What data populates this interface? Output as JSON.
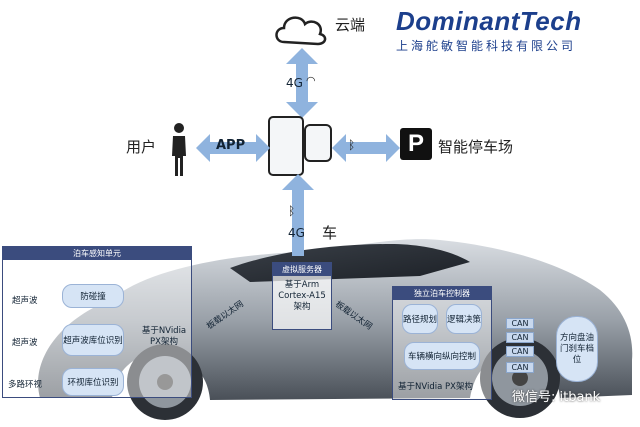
{
  "brand": {
    "name": "DominantTech",
    "subtitle": "上海舵敏智能科技有限公司"
  },
  "cloud": {
    "label": "云端"
  },
  "user": {
    "label": "用户"
  },
  "app": {
    "label": "APP"
  },
  "parking": {
    "label": "智能停车场",
    "icon_text": "P"
  },
  "link_top": {
    "label": "4G"
  },
  "link_bottom": {
    "label": "4G",
    "car_label": "车"
  },
  "perception": {
    "title": "泊车感知单元",
    "rows": [
      {
        "sensor": "超声波",
        "function": "防碰撞"
      },
      {
        "sensor": "超声波",
        "function": "超声波库位识别"
      },
      {
        "sensor": "多路环视",
        "function": "环视库位识别"
      }
    ],
    "processor": "基于NVidia PX架构"
  },
  "server": {
    "title": "虚拟服务器",
    "body": "基于Arm Cortex-A15架构"
  },
  "ethernet": {
    "left": "板载以太网",
    "right": "板载以太网"
  },
  "controller": {
    "title": "独立泊车控制器",
    "items": [
      "路径规划",
      "逻辑决策",
      "车辆横向纵向控制"
    ],
    "footer": "基于NVidia PX架构"
  },
  "can": [
    "CAN",
    "CAN",
    "CAN",
    "CAN"
  ],
  "actuators": {
    "label": "方向盘油门刹车档位"
  },
  "watermark": {
    "text": "微信号: itbank"
  }
}
